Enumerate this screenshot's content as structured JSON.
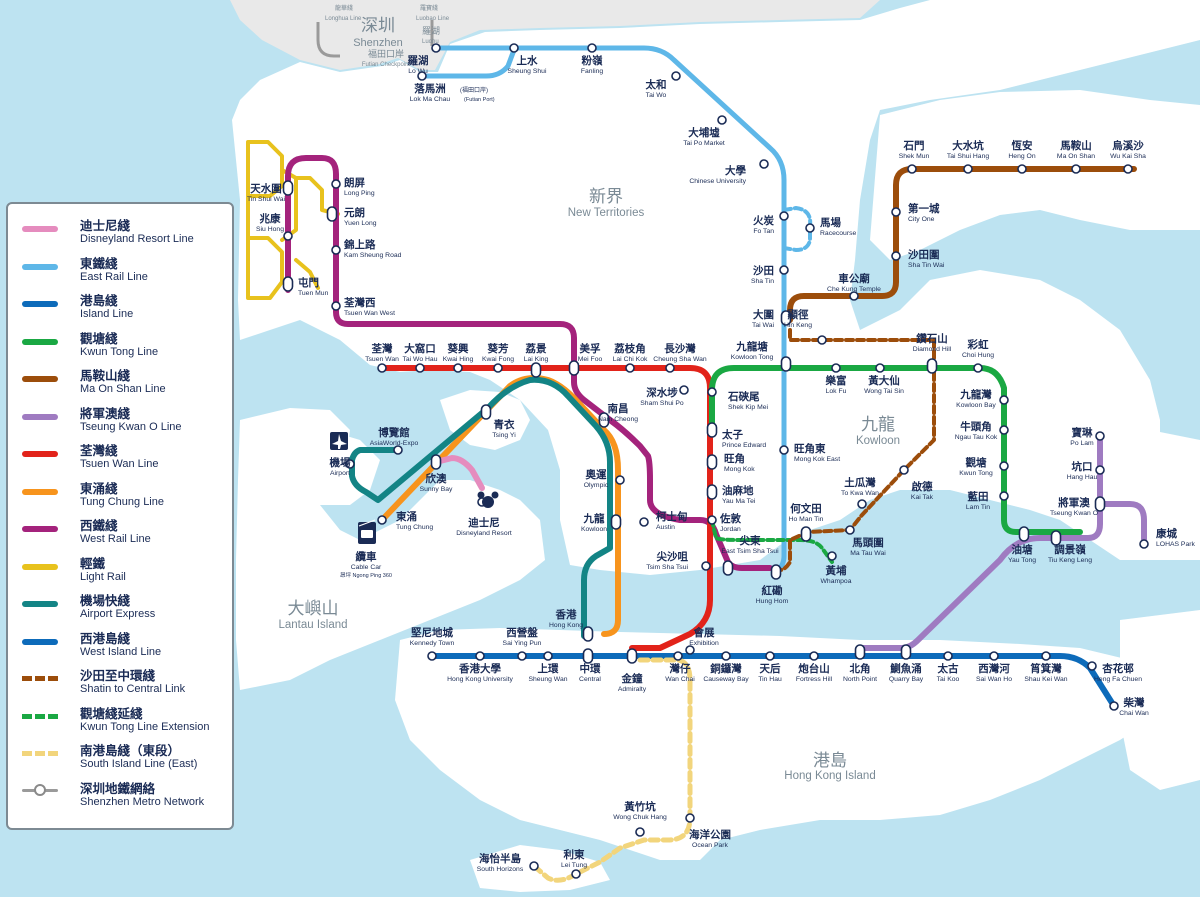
{
  "colors": {
    "sea": "#bde3f1",
    "land": "#ffffff",
    "shenzhen_land": "#e9e9e9",
    "east_rail": "#5eb7e8",
    "island": "#0d6bba",
    "kwun_tong": "#1aa843",
    "ma_on_shan": "#9c4d0b",
    "tseung_kwan_o": "#9f7bc1",
    "tsuen_wan": "#e2231a",
    "tung_chung": "#f7941d",
    "west_rail": "#a4237c",
    "light_rail": "#e8c21d",
    "airport_express": "#138485",
    "disneyland": "#e58cbe",
    "shatin_central": "#9c4d0b",
    "kt_extension": "#1aa843",
    "south_island": "#f2d57c",
    "shenzhen_metro": "#9a9a9a"
  },
  "legend": [
    {
      "key": "disney",
      "zh": "迪士尼綫",
      "en": "Disneyland Resort Line",
      "style": "solid",
      "color": "#e58cbe"
    },
    {
      "key": "east_rail",
      "zh": "東鐵綫",
      "en": "East Rail Line",
      "style": "solid",
      "color": "#5eb7e8"
    },
    {
      "key": "island",
      "zh": "港島綫",
      "en": "Island Line",
      "style": "solid",
      "color": "#0d6bba"
    },
    {
      "key": "kwun_tong",
      "zh": "觀塘綫",
      "en": "Kwun Tong Line",
      "style": "solid",
      "color": "#1aa843"
    },
    {
      "key": "ma_on_shan",
      "zh": "馬鞍山綫",
      "en": "Ma On Shan Line",
      "style": "solid",
      "color": "#9c4d0b"
    },
    {
      "key": "tko",
      "zh": "將軍澳綫",
      "en": "Tseung Kwan O Line",
      "style": "solid",
      "color": "#9f7bc1"
    },
    {
      "key": "tsuen_wan",
      "zh": "荃灣綫",
      "en": "Tsuen Wan Line",
      "style": "solid",
      "color": "#e2231a"
    },
    {
      "key": "tung_chung",
      "zh": "東涌綫",
      "en": "Tung Chung Line",
      "style": "solid",
      "color": "#f7941d"
    },
    {
      "key": "west_rail",
      "zh": "西鐵綫",
      "en": "West Rail Line",
      "style": "solid",
      "color": "#a4237c"
    },
    {
      "key": "light_rail",
      "zh": "輕鐵",
      "en": "Light Rail",
      "style": "solid",
      "color": "#e8c21d"
    },
    {
      "key": "airport_express",
      "zh": "機場快綫",
      "en": "Airport Express",
      "style": "solid",
      "color": "#138485"
    },
    {
      "key": "west_island",
      "zh": "西港島綫",
      "en": "West Island Line",
      "style": "solid",
      "color": "#0d6bba"
    },
    {
      "key": "scl",
      "zh": "沙田至中環綫",
      "en": "Shatin to Central Link",
      "style": "dashed",
      "color": "#9c4d0b"
    },
    {
      "key": "ktle",
      "zh": "觀塘綫延綫",
      "en": "Kwun Tong Line Extension",
      "style": "dashed",
      "color": "#1aa843"
    },
    {
      "key": "sil",
      "zh": "南港島綫（東段）",
      "en": "South Island Line (East)",
      "style": "dashed",
      "color": "#f2d57c"
    },
    {
      "key": "sz",
      "zh": "深圳地鐵網絡",
      "en": "Shenzhen Metro Network",
      "style": "metro",
      "color": "#9a9a9a"
    }
  ],
  "regions": [
    {
      "zh": "深圳",
      "en": "Shenzhen"
    },
    {
      "zh": "新界",
      "en": "New Territories"
    },
    {
      "zh": "九龍",
      "en": "Kowloon"
    },
    {
      "zh": "港島",
      "en": "Hong Kong Island"
    },
    {
      "zh": "大嶼山",
      "en": "Lantau Island"
    }
  ],
  "border_labels": {
    "futian_zh": "福田口岸",
    "futian_en": "Futian Checkpoint",
    "longhua_zh": "龍華綫",
    "longhua_en": "Longhua Line",
    "luobao_zh": "羅寶綫",
    "luobao_en": "Luobao Line",
    "luohu_zh": "羅湖",
    "luohu_en": "Luohu"
  },
  "stations": [
    {
      "id": "lowu",
      "zh": "羅湖",
      "en": "Lo Wu"
    },
    {
      "id": "lmc",
      "zh": "落馬洲",
      "zh_note": "(福田口岸)",
      "en": "Lok Ma Chau",
      "en_note": "(Futian Port)"
    },
    {
      "id": "sheungshui",
      "zh": "上水",
      "en": "Sheung Shui"
    },
    {
      "id": "fanling",
      "zh": "粉嶺",
      "en": "Fanling"
    },
    {
      "id": "taiwo",
      "zh": "太和",
      "en": "Tai Wo"
    },
    {
      "id": "taipomkt",
      "zh": "大埔墟",
      "en": "Tai Po Market"
    },
    {
      "id": "univ",
      "zh": "大學",
      "en": "Chinese University"
    },
    {
      "id": "fotan",
      "zh": "火炭",
      "en": "Fo Tan"
    },
    {
      "id": "racecourse",
      "zh": "馬場",
      "en": "Racecourse"
    },
    {
      "id": "shatin",
      "zh": "沙田",
      "en": "Sha Tin"
    },
    {
      "id": "taiwai",
      "zh": "大圍",
      "en": "Tai Wai"
    },
    {
      "id": "kowloontong",
      "zh": "九龍塘",
      "en": "Kowloon Tong"
    },
    {
      "id": "mongkokeast",
      "zh": "旺角東",
      "en": "Mong Kok East"
    },
    {
      "id": "hunghom",
      "zh": "紅磡",
      "en": "Hung Hom"
    },
    {
      "id": "eastTST",
      "zh": "尖東",
      "en": "East Tsim Sha Tsui"
    },
    {
      "id": "shekmun",
      "zh": "石門",
      "en": "Shek Mun"
    },
    {
      "id": "taishuihang",
      "zh": "大水坑",
      "en": "Tai Shui Hang"
    },
    {
      "id": "hengon",
      "zh": "恆安",
      "en": "Heng On"
    },
    {
      "id": "maonshan",
      "zh": "馬鞍山",
      "en": "Ma On Shan"
    },
    {
      "id": "wukaisha",
      "zh": "烏溪沙",
      "en": "Wu Kai Sha"
    },
    {
      "id": "cityone",
      "zh": "第一城",
      "en": "City One"
    },
    {
      "id": "shatinwai",
      "zh": "沙田圍",
      "en": "Sha Tin Wai"
    },
    {
      "id": "chekungtemple",
      "zh": "車公廟",
      "en": "Che Kung Temple"
    },
    {
      "id": "hinkeng",
      "zh": "顯徑",
      "en": "Hin Keng"
    },
    {
      "id": "diamondhill",
      "zh": "鑽石山",
      "en": "Diamond Hill"
    },
    {
      "id": "choihung",
      "zh": "彩虹",
      "en": "Choi Hung"
    },
    {
      "id": "lokfu",
      "zh": "樂富",
      "en": "Lok Fu"
    },
    {
      "id": "wongtaisin",
      "zh": "黃大仙",
      "en": "Wong Tai Sin"
    },
    {
      "id": "kowloonbay",
      "zh": "九龍灣",
      "en": "Kowloon Bay"
    },
    {
      "id": "ngautaukok",
      "zh": "牛頭角",
      "en": "Ngau Tau Kok"
    },
    {
      "id": "kwuntong",
      "zh": "觀塘",
      "en": "Kwun Tong"
    },
    {
      "id": "lamtin",
      "zh": "藍田",
      "en": "Lam Tin"
    },
    {
      "id": "yautong",
      "zh": "油塘",
      "en": "Yau Tong"
    },
    {
      "id": "tiukengleng",
      "zh": "調景嶺",
      "en": "Tiu Keng Leng"
    },
    {
      "id": "tko",
      "zh": "將軍澳",
      "en": "Tseung Kwan O"
    },
    {
      "id": "hanghau",
      "zh": "坑口",
      "en": "Hang Hau"
    },
    {
      "id": "polam",
      "zh": "寶琳",
      "en": "Po Lam"
    },
    {
      "id": "lohaspark",
      "zh": "康城",
      "en": "LOHAS Park"
    },
    {
      "id": "shekkipmei",
      "zh": "石硤尾",
      "en": "Shek Kip Mei"
    },
    {
      "id": "princeedward",
      "zh": "太子",
      "en": "Prince Edward"
    },
    {
      "id": "mongkok",
      "zh": "旺角",
      "en": "Mong Kok"
    },
    {
      "id": "yaumatei",
      "zh": "油麻地",
      "en": "Yau Ma Tei"
    },
    {
      "id": "jordan",
      "zh": "佐敦",
      "en": "Jordan"
    },
    {
      "id": "tst",
      "zh": "尖沙咀",
      "en": "Tsim Sha Tsui"
    },
    {
      "id": "tokwawan",
      "zh": "土瓜灣",
      "en": "To Kwa Wan"
    },
    {
      "id": "kaitak",
      "zh": "啟德",
      "en": "Kai Tak"
    },
    {
      "id": "homantin",
      "zh": "何文田",
      "en": "Ho Man Tin"
    },
    {
      "id": "mataukok",
      "zh": "馬頭圍",
      "en": "Ma Tau Wai"
    },
    {
      "id": "whampoa",
      "zh": "黃埔",
      "en": "Whampoa"
    },
    {
      "id": "tsuenwan",
      "zh": "荃灣",
      "en": "Tsuen Wan"
    },
    {
      "id": "taiwohau",
      "zh": "大窩口",
      "en": "Tai Wo Hau"
    },
    {
      "id": "kwaihing",
      "zh": "葵興",
      "en": "Kwai Hing"
    },
    {
      "id": "kwaifong",
      "zh": "葵芳",
      "en": "Kwai Fong"
    },
    {
      "id": "laiking",
      "zh": "荔景",
      "en": "Lai King"
    },
    {
      "id": "meifoo",
      "zh": "美孚",
      "en": "Mei Foo"
    },
    {
      "id": "laichikok",
      "zh": "荔枝角",
      "en": "Lai Chi Kok"
    },
    {
      "id": "cheungshawan",
      "zh": "長沙灣",
      "en": "Cheung Sha Wan"
    },
    {
      "id": "shamshuipo",
      "zh": "深水埗",
      "en": "Sham Shui Po"
    },
    {
      "id": "namcheong",
      "zh": "南昌",
      "en": "Nam Cheong"
    },
    {
      "id": "olympic",
      "zh": "奧運",
      "en": "Olympic"
    },
    {
      "id": "kowloon",
      "zh": "九龍",
      "en": "Kowloon"
    },
    {
      "id": "austin",
      "zh": "柯士甸",
      "en": "Austin"
    },
    {
      "id": "tsingyi",
      "zh": "青衣",
      "en": "Tsing Yi"
    },
    {
      "id": "hongkong",
      "zh": "香港",
      "en": "Hong Kong"
    },
    {
      "id": "tinshuiwai",
      "zh": "天水圍",
      "en": "Tin Shui Wai"
    },
    {
      "id": "longping",
      "zh": "朗屏",
      "en": "Long Ping"
    },
    {
      "id": "yuenlong",
      "zh": "元朗",
      "en": "Yuen Long"
    },
    {
      "id": "siuhong",
      "zh": "兆康",
      "en": "Siu Hong"
    },
    {
      "id": "kamsheungroad",
      "zh": "錦上路",
      "en": "Kam Sheung Road"
    },
    {
      "id": "tuenmun",
      "zh": "屯門",
      "en": "Tuen Mun"
    },
    {
      "id": "tsuenwanwest",
      "zh": "荃灣西",
      "en": "Tsuen Wan West"
    },
    {
      "id": "asiaworld",
      "zh": "博覽館",
      "en": "AsiaWorld-Expo"
    },
    {
      "id": "airport",
      "zh": "機場",
      "en": "Airport"
    },
    {
      "id": "sunnybay",
      "zh": "欣澳",
      "en": "Sunny Bay"
    },
    {
      "id": "disney",
      "zh": "迪士尼",
      "en": "Disneyland Resort"
    },
    {
      "id": "tungchung",
      "zh": "東涌",
      "en": "Tung Chung"
    },
    {
      "id": "cablecar",
      "zh": "纜車",
      "en": "Cable Car",
      "en_note": "昂坪 Ngong Ping 360"
    },
    {
      "id": "kennedytown",
      "zh": "堅尼地城",
      "en": "Kennedy Town"
    },
    {
      "id": "hku",
      "zh": "香港大學",
      "en": "Hong Kong University"
    },
    {
      "id": "saiyingpun",
      "zh": "西營盤",
      "en": "Sai Ying Pun"
    },
    {
      "id": "sheungwan",
      "zh": "上環",
      "en": "Sheung Wan"
    },
    {
      "id": "central",
      "zh": "中環",
      "en": "Central"
    },
    {
      "id": "admiralty",
      "zh": "金鐘",
      "en": "Admiralty"
    },
    {
      "id": "exhibition",
      "zh": "會展",
      "en": "Exhibition"
    },
    {
      "id": "wanchai",
      "zh": "灣仔",
      "en": "Wan Chai"
    },
    {
      "id": "causewaybay",
      "zh": "銅鑼灣",
      "en": "Causeway Bay"
    },
    {
      "id": "tinhau",
      "zh": "天后",
      "en": "Tin Hau"
    },
    {
      "id": "fortresshill",
      "zh": "炮台山",
      "en": "Fortress Hill"
    },
    {
      "id": "northpoint",
      "zh": "北角",
      "en": "North Point"
    },
    {
      "id": "quarrybay",
      "zh": "鰂魚涌",
      "en": "Quarry Bay"
    },
    {
      "id": "taikoo",
      "zh": "太古",
      "en": "Tai Koo"
    },
    {
      "id": "saiwanho",
      "zh": "西灣河",
      "en": "Sai Wan Ho"
    },
    {
      "id": "shaukeiwan",
      "zh": "筲箕灣",
      "en": "Shau Kei Wan"
    },
    {
      "id": "hengfachuen",
      "zh": "杏花邨",
      "en": "Heng Fa Chuen"
    },
    {
      "id": "chaiwan",
      "zh": "柴灣",
      "en": "Chai Wan"
    },
    {
      "id": "wongchukhang",
      "zh": "黃竹坑",
      "en": "Wong Chuk Hang"
    },
    {
      "id": "oceanpark",
      "zh": "海洋公園",
      "en": "Ocean Park"
    },
    {
      "id": "leitung",
      "zh": "利東",
      "en": "Lei Tung"
    },
    {
      "id": "southhorizons",
      "zh": "海怡半島",
      "en": "South Horizons"
    }
  ]
}
